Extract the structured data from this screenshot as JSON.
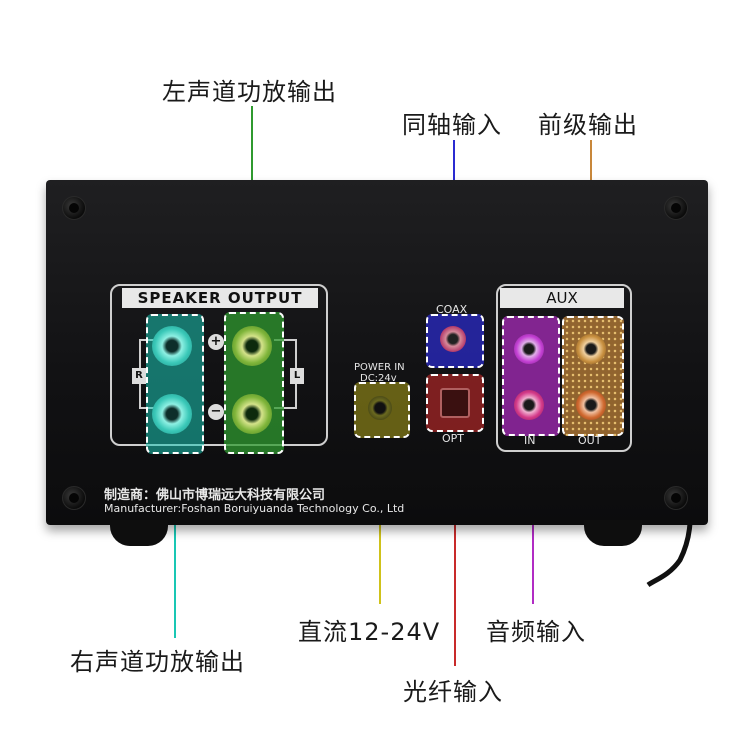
{
  "callouts": {
    "left_amp_out": "左声道功放输出",
    "coax_in": "同轴输入",
    "pre_out": "前级输出",
    "right_amp_out": "右声道功放输出",
    "dc_power": "直流12-24V",
    "audio_in": "音频输入",
    "optical_in": "光纤输入"
  },
  "panel": {
    "speaker_output_title": "SPEAKER OUTPUT",
    "coax_label": "COAX",
    "opt_label": "OPT",
    "power_in_label": "POWER IN",
    "power_dc_label": "DC:24v",
    "aux_title": "AUX",
    "aux_in_label": "IN",
    "aux_out_label": "OUT",
    "plus_sign": "+",
    "minus_sign": "−",
    "right_channel_marker": "R",
    "left_channel_marker": "L",
    "manufacturer_cn": "制造商：佛山市博瑞远大科技有限公司",
    "manufacturer_en": "Manufacturer:Foshan Boruiyuanda Technology Co., Ltd"
  },
  "colors": {
    "left_amp": "#2f9a2f",
    "right_amp": "#19c7b4",
    "coax": "#2b2bd1",
    "pre_out": "#c8873a",
    "dc_power": "#cfc21a",
    "audio_in": "#b12cc4",
    "optical": "#c82a2a"
  }
}
